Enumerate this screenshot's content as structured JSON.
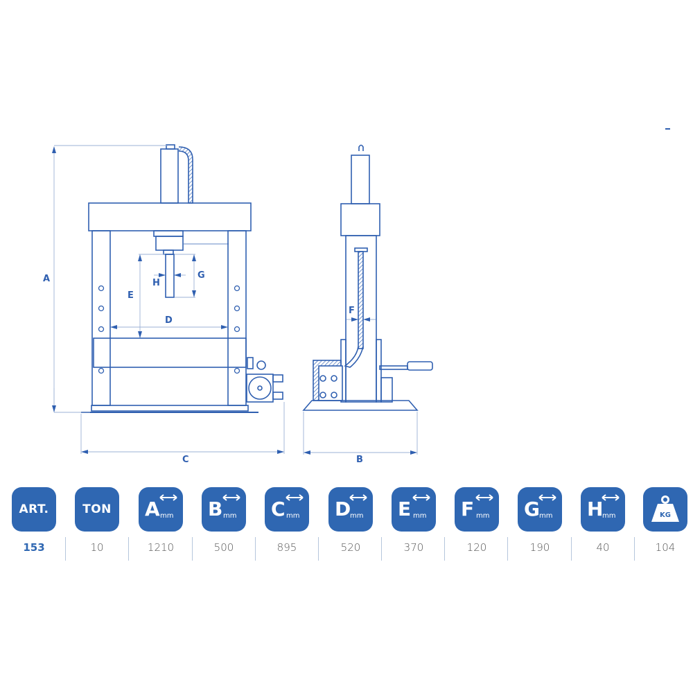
{
  "diagram": {
    "front_view_labels": {
      "A": "A",
      "C": "C",
      "D": "D",
      "E": "E",
      "G": "G",
      "H": "H"
    },
    "side_view_labels": {
      "B": "B",
      "F": "F"
    },
    "line_color": "#2f5fb0"
  },
  "specs": {
    "accent_color": "#2f67b2",
    "columns": [
      {
        "key": "ART.",
        "type": "text",
        "value": "153"
      },
      {
        "key": "TON",
        "type": "text",
        "value": "10"
      },
      {
        "key": "A",
        "type": "mm",
        "unit": "mm",
        "value": "1210"
      },
      {
        "key": "B",
        "type": "mm",
        "unit": "mm",
        "value": "500"
      },
      {
        "key": "C",
        "type": "mm",
        "unit": "mm",
        "value": "895"
      },
      {
        "key": "D",
        "type": "mm",
        "unit": "mm",
        "value": "520"
      },
      {
        "key": "E",
        "type": "mm",
        "unit": "mm",
        "value": "370"
      },
      {
        "key": "F",
        "type": "mm",
        "unit": "mm",
        "value": "120"
      },
      {
        "key": "G",
        "type": "mm",
        "unit": "mm",
        "value": "190"
      },
      {
        "key": "H",
        "type": "mm",
        "unit": "mm",
        "value": "40"
      },
      {
        "key": "KG",
        "type": "weight-icon",
        "value": "104"
      }
    ]
  }
}
